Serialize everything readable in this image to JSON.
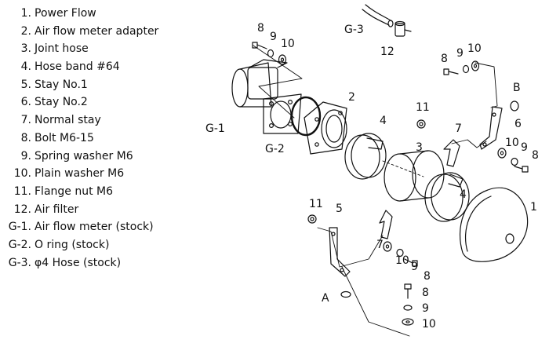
{
  "parts": [
    {
      "num": "1.",
      "name": "Power Flow"
    },
    {
      "num": "2.",
      "name": "Air flow meter adapter"
    },
    {
      "num": "3.",
      "name": "Joint hose"
    },
    {
      "num": "4.",
      "name": "Hose band #64"
    },
    {
      "num": "5.",
      "name": "Stay No.1"
    },
    {
      "num": "6.",
      "name": "Stay No.2"
    },
    {
      "num": "7.",
      "name": "Normal stay"
    },
    {
      "num": "8.",
      "name": "Bolt M6-15"
    },
    {
      "num": "9.",
      "name": "Spring washer M6"
    },
    {
      "num": "10.",
      "name": "Plain washer M6"
    },
    {
      "num": "11.",
      "name": "Flange nut M6"
    },
    {
      "num": "12.",
      "name": "Air filter"
    },
    {
      "num": "G-1.",
      "name": "Air flow meter (stock)"
    },
    {
      "num": "G-2.",
      "name": "O ring (stock)"
    },
    {
      "num": "G-3.",
      "name": "φ4  Hose (stock)"
    }
  ],
  "callouts": {
    "p1": "1",
    "p2": "2",
    "p3": "3",
    "p4a": "4",
    "p4b": "4",
    "p5": "5",
    "p6": "6",
    "p7a": "7",
    "p7b": "7",
    "p8a": "8",
    "p9a": "9",
    "p10a": "10",
    "p8b": "8",
    "p9b": "9",
    "p10b": "10",
    "p8c": "8",
    "p9c": "9",
    "p10c": "10",
    "p8d": "8",
    "p9d": "9",
    "p10d": "10",
    "p8e": "8",
    "p9e": "9",
    "p10e": "10",
    "p11a": "11",
    "p11b": "11",
    "p12": "12",
    "g1": "G-1",
    "g2": "G-2",
    "g3": "G-3",
    "ptA": "A",
    "ptB": "B"
  }
}
